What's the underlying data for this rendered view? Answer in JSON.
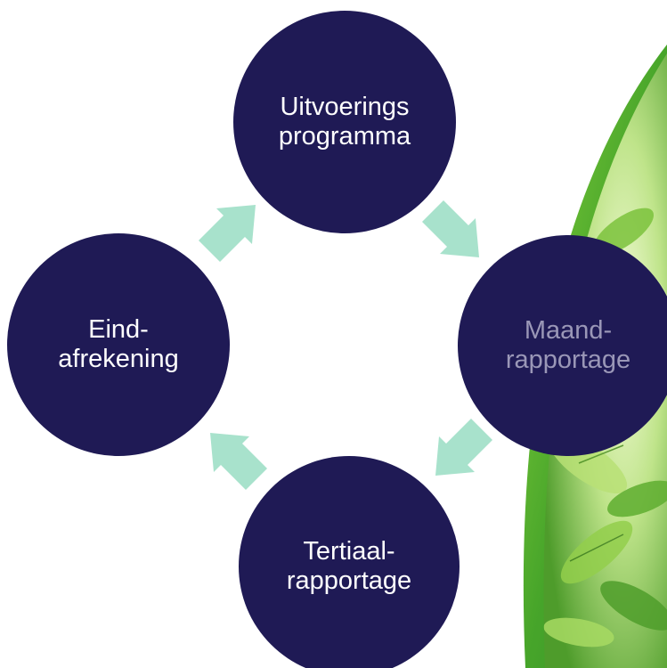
{
  "colors": {
    "node_fill": "#1f1a55",
    "arrow_fill": "#a8e2cc",
    "leaf_green": "#5bb52c",
    "leaf_light": "#c9ea8c"
  },
  "diagram": {
    "nodes": {
      "top": {
        "line1": "Uitvoerings",
        "line2": "programma"
      },
      "right": {
        "line1": "Maand-",
        "line2": "rapportage"
      },
      "bottom": {
        "line1": "Tertiaal-",
        "line2": "rapportage"
      },
      "left": {
        "line1": "Eind-",
        "line2": "afrekening"
      }
    },
    "arrows": [
      "arrow-up-right-icon",
      "arrow-down-right-icon",
      "arrow-down-left-icon",
      "arrow-up-left-icon"
    ]
  }
}
